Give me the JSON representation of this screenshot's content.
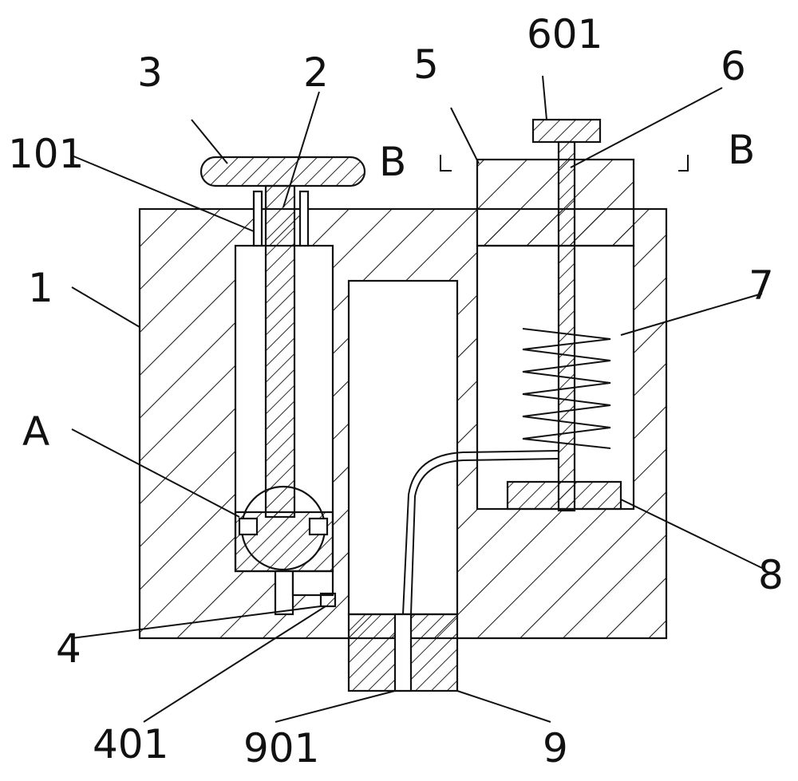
{
  "labels": {
    "l1": "1",
    "l101": "101",
    "l2": "2",
    "l3": "3",
    "l4": "4",
    "l401": "401",
    "l5": "5",
    "l6": "6",
    "l601": "601",
    "l7": "7",
    "l8": "8",
    "l9": "9",
    "l901": "901",
    "lA": "A",
    "lB_left": "B",
    "lB_right": "B"
  }
}
